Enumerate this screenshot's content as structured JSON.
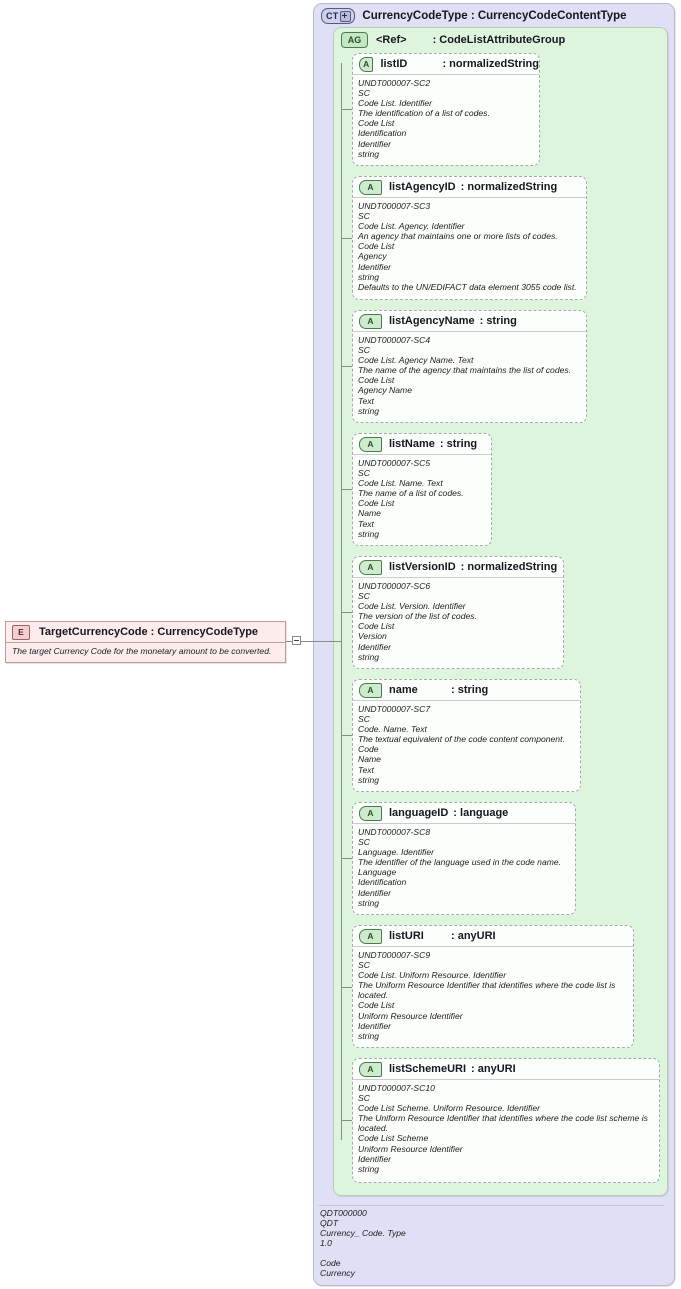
{
  "diagram": {
    "complex_type": {
      "badge": "CT",
      "badge_icon": "expand-plus-icon",
      "title": "CurrencyCodeType : CurrencyCodeContentType",
      "footer_lines": [
        "QDT000000",
        "QDT",
        "Currency_ Code. Type",
        "1.0",
        "",
        "Code",
        "Currency"
      ]
    },
    "attribute_group": {
      "badge": "AG",
      "ref_label": "<Ref>",
      "type_label": ": CodeListAttributeGroup"
    },
    "element": {
      "badge": "E",
      "title": "TargetCurrencyCode : CurrencyCodeType",
      "documentation": "The target Currency Code for the monetary amount to be converted."
    },
    "attributes": [
      {
        "badge": "A",
        "name": "listID",
        "type": ": normalizedString",
        "lines": [
          "UNDT000007-SC2",
          "SC",
          "Code List. Identifier",
          "The identification of a list of codes.",
          "Code List",
          "Identification",
          "Identifier",
          "string"
        ]
      },
      {
        "badge": "A",
        "name": "listAgencyID",
        "type": ": normalizedString",
        "lines": [
          "UNDT000007-SC3",
          "SC",
          "Code List. Agency. Identifier",
          "An agency that maintains one or more lists of codes.",
          "Code List",
          "Agency",
          "Identifier",
          "string",
          "Defaults to the UN/EDIFACT data element 3055 code list."
        ]
      },
      {
        "badge": "A",
        "name": "listAgencyName",
        "type": ": string",
        "lines": [
          "UNDT000007-SC4",
          "SC",
          "Code List. Agency Name. Text",
          "The name of the agency that maintains the list of codes.",
          "Code List",
          "Agency Name",
          "Text",
          "string"
        ]
      },
      {
        "badge": "A",
        "name": "listName",
        "type": ": string",
        "lines": [
          "UNDT000007-SC5",
          "SC",
          "Code List. Name. Text",
          "The name of a list of codes.",
          "Code List",
          "Name",
          "Text",
          "string"
        ]
      },
      {
        "badge": "A",
        "name": "listVersionID",
        "type": ": normalizedString",
        "lines": [
          "UNDT000007-SC6",
          "SC",
          "Code List. Version. Identifier",
          "The version of the list of codes.",
          "Code List",
          "Version",
          "Identifier",
          "string"
        ]
      },
      {
        "badge": "A",
        "name": "name",
        "type": ": string",
        "lines": [
          "UNDT000007-SC7",
          "SC",
          "Code. Name. Text",
          "The textual equivalent of the code content component.",
          "Code",
          "Name",
          "Text",
          "string"
        ]
      },
      {
        "badge": "A",
        "name": "languageID",
        "type": ": language",
        "lines": [
          "UNDT000007-SC8",
          "SC",
          "Language. Identifier",
          "The identifier of the language used in the code name.",
          "Language",
          "Identification",
          "Identifier",
          "string"
        ]
      },
      {
        "badge": "A",
        "name": "listURI",
        "type": ": anyURI",
        "lines": [
          "UNDT000007-SC9",
          "SC",
          "Code List. Uniform Resource. Identifier",
          "The Uniform Resource Identifier that identifies where the code list is located.",
          "Code List",
          "Uniform Resource Identifier",
          "Identifier",
          "string"
        ]
      },
      {
        "badge": "A",
        "name": "listSchemeURI",
        "type": ": anyURI",
        "lines": [
          "UNDT000007-SC10",
          "SC",
          "Code List Scheme. Uniform Resource. Identifier",
          "The Uniform Resource Identifier that identifies where the code list scheme is located.",
          "Code List Scheme",
          "Uniform Resource Identifier",
          "Identifier",
          "string"
        ]
      }
    ]
  }
}
